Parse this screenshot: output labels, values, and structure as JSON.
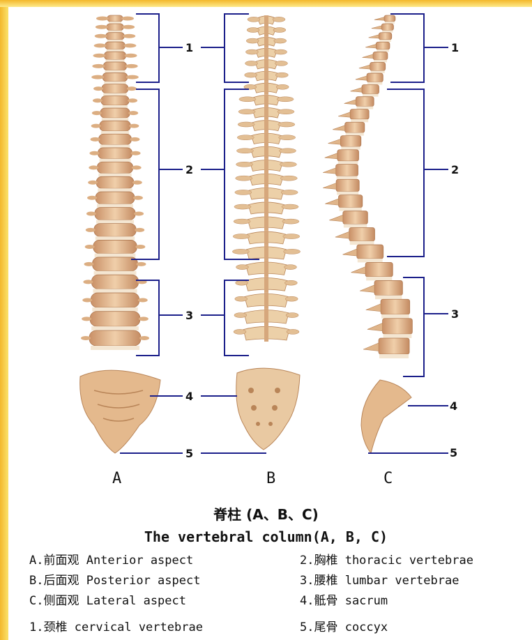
{
  "title": {
    "cn": "脊柱 (A、B、C)",
    "en": "The vertebral column(A, B, C)"
  },
  "views": {
    "a": "A",
    "b": "B",
    "c": "C"
  },
  "region_numbers": {
    "a": [
      "1",
      "2",
      "3",
      "4",
      "5"
    ],
    "b": [],
    "c": [
      "1",
      "2",
      "3",
      "4",
      "5"
    ]
  },
  "legend": {
    "col1": [
      "A.前面观 Anterior aspect",
      "B.后面观 Posterior aspect",
      "C.侧面观 Lateral aspect",
      "1.颈椎 cervical vertebrae"
    ],
    "col2": [
      "2.胸椎 thoracic vertebrae",
      "3.腰椎 lumbar vertebrae",
      "4.骶骨 sacrum",
      "5.尾骨 coccyx"
    ]
  },
  "colors": {
    "background": "#ffffff",
    "left_edge": "#f6c93a",
    "top_edge": "#f9d24a",
    "bone": "#e8c19a",
    "bone_dark": "#c89468",
    "disc": "#f4e6d2",
    "bracket": "#1b1f8a"
  }
}
